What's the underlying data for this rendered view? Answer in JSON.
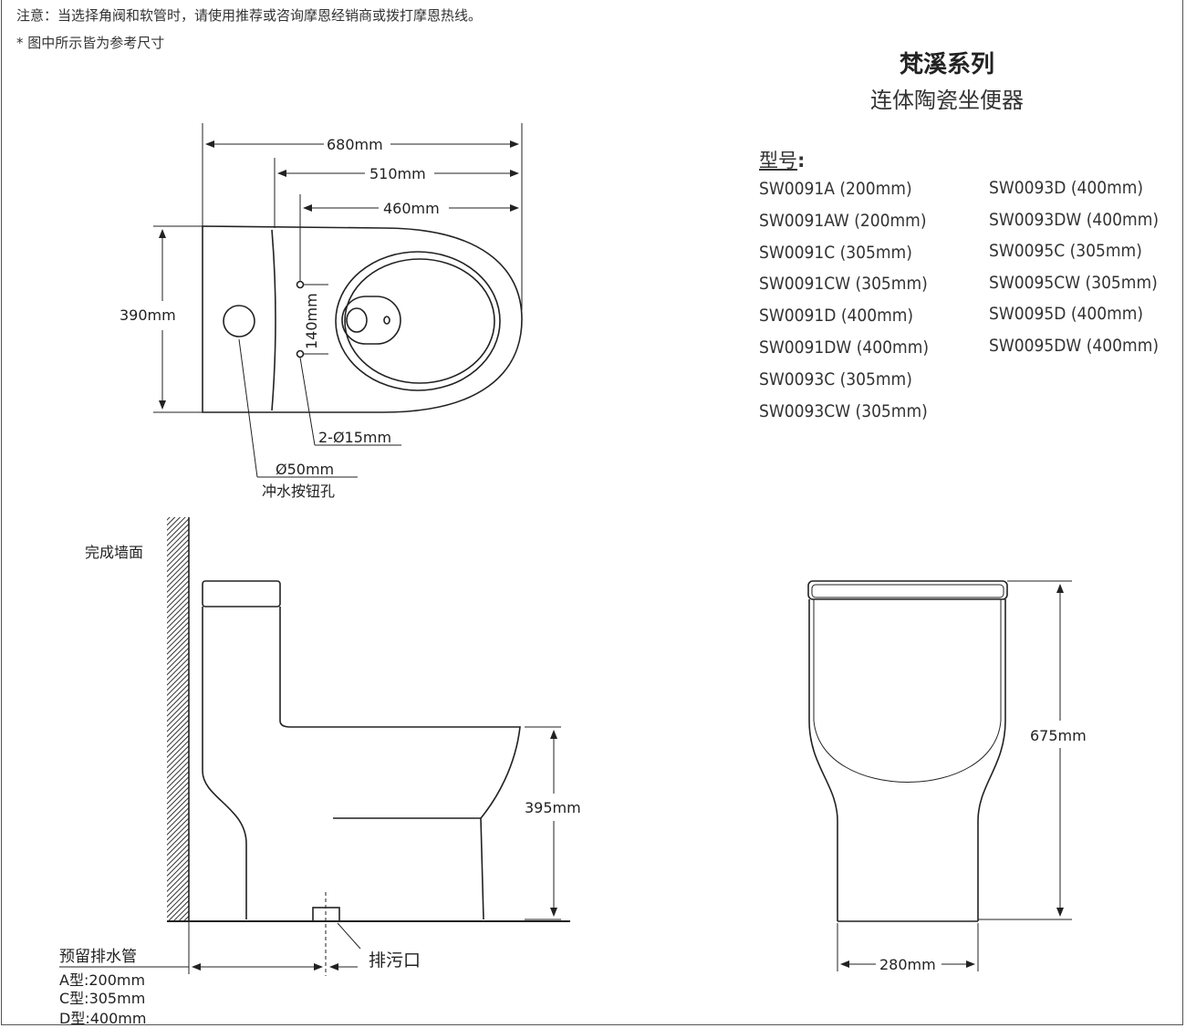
{
  "notes": {
    "line1": "注意：当选择角阀和软管时，请使用推荐或咨询摩恩经销商或拨打摩恩热线。",
    "line2": "* 图中所示皆为参考尺寸"
  },
  "product": {
    "series": "梵溪系列",
    "type": "连体陶瓷坐便器"
  },
  "models": {
    "label": "型号",
    "colon": ":",
    "left": [
      "SW0091A (200mm)",
      "SW0091AW (200mm)",
      "SW0091C (305mm)",
      "SW0091CW (305mm)",
      "SW0091D (400mm)",
      "SW0091DW (400mm)",
      "SW0093C (305mm)",
      "SW0093CW (305mm)"
    ],
    "right": [
      "SW0093D (400mm)",
      "SW0093DW (400mm)",
      "SW0095C (305mm)",
      "SW0095CW (305mm)",
      "SW0095D (400mm)",
      "SW0095DW (400mm)"
    ]
  },
  "top_view": {
    "length": "680mm",
    "seat_to_back": "510mm",
    "hole_to_front": "460mm",
    "width": "390mm",
    "hole_spacing": "140mm",
    "mount_holes": "2-Ø15mm",
    "button_hole": "Ø50mm",
    "button_hole_label": "冲水按钮孔"
  },
  "side_view": {
    "wall_label": "完成墙面",
    "seat_height": "395mm",
    "outlet_label": "排污口",
    "rough_in_label": "预留排水管",
    "rough_in": [
      "A型:200mm",
      "C型:305mm",
      "D型:400mm"
    ]
  },
  "front_view": {
    "height": "675mm",
    "base_width": "280mm"
  },
  "colors": {
    "line": "#222222"
  }
}
